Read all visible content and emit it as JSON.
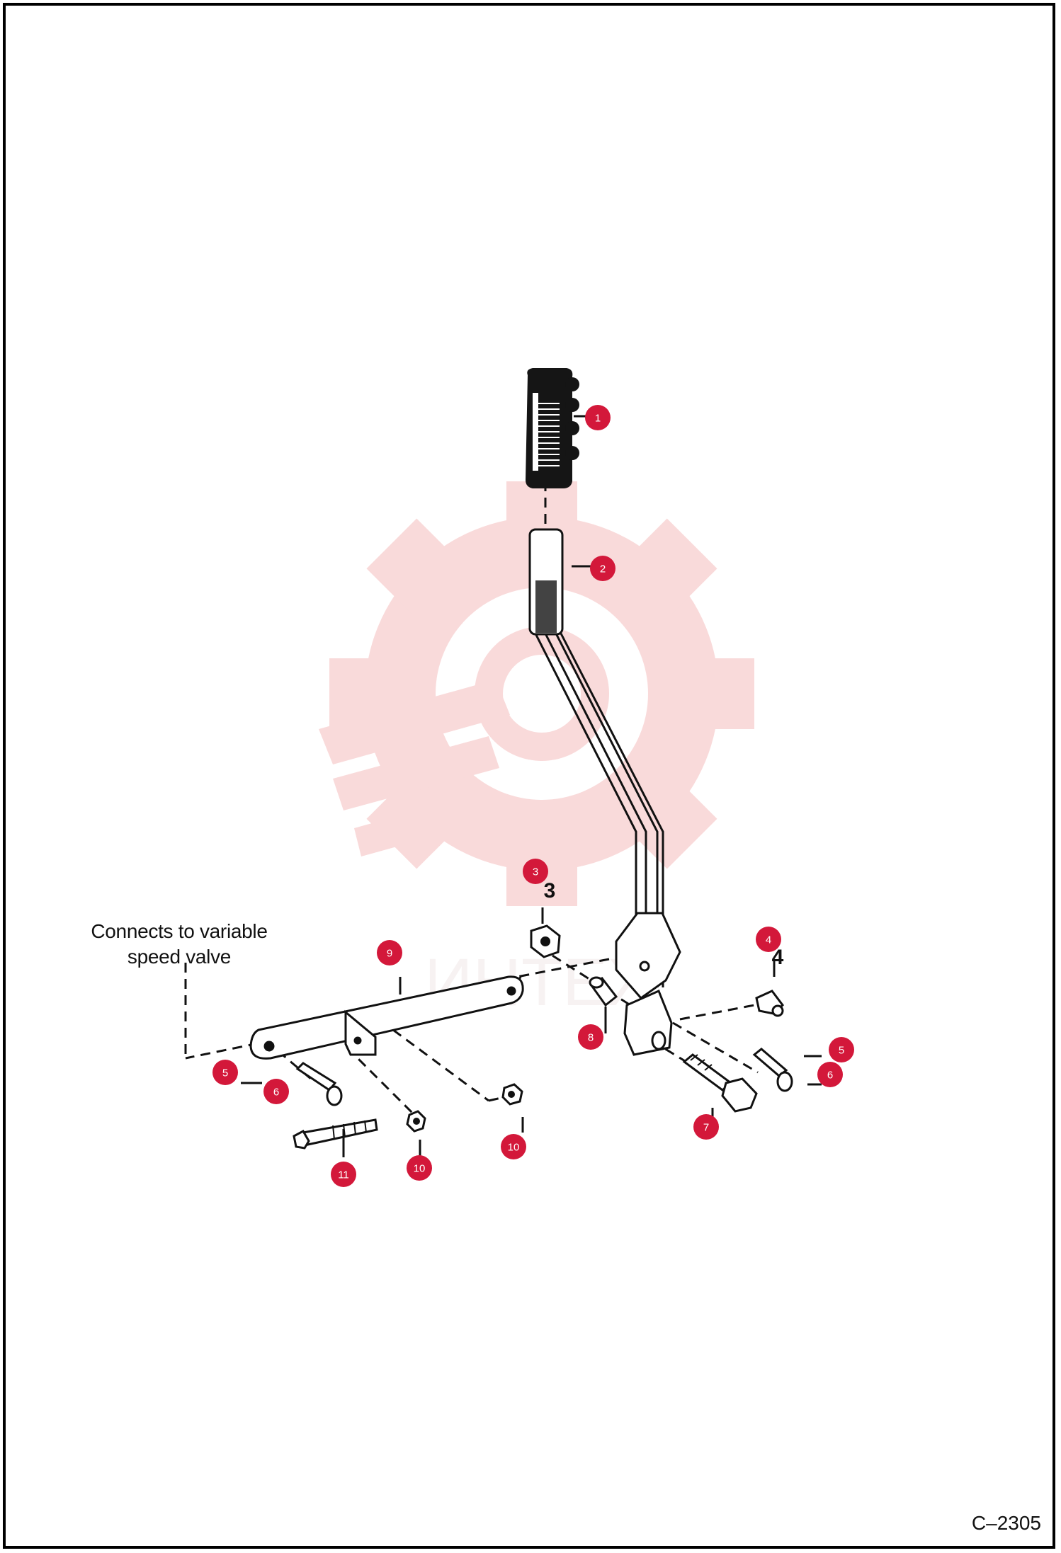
{
  "diagram": {
    "caption_line1": "Connects to variable",
    "caption_line2": "speed valve",
    "figure_number": "C–2305",
    "watermark_text": "ИНТЕХ",
    "colors": {
      "callout": "#d3183a",
      "watermark": "#f5c6c6",
      "line": "#111111"
    }
  },
  "callouts": [
    {
      "label": "1",
      "name": "callout-1"
    },
    {
      "label": "2",
      "name": "callout-2"
    },
    {
      "label": "3",
      "name": "callout-3"
    },
    {
      "label": "4",
      "name": "callout-4"
    },
    {
      "label": "5",
      "name": "callout-5-right"
    },
    {
      "label": "6",
      "name": "callout-6-right"
    },
    {
      "label": "7",
      "name": "callout-7"
    },
    {
      "label": "8",
      "name": "callout-8"
    },
    {
      "label": "9",
      "name": "callout-9"
    },
    {
      "label": "5",
      "name": "callout-5-left"
    },
    {
      "label": "6",
      "name": "callout-6-left"
    },
    {
      "label": "10",
      "name": "callout-10-right"
    },
    {
      "label": "10",
      "name": "callout-10-left"
    },
    {
      "label": "11",
      "name": "callout-11"
    }
  ],
  "printed_numbers": {
    "n3": "3",
    "n4": "4"
  }
}
